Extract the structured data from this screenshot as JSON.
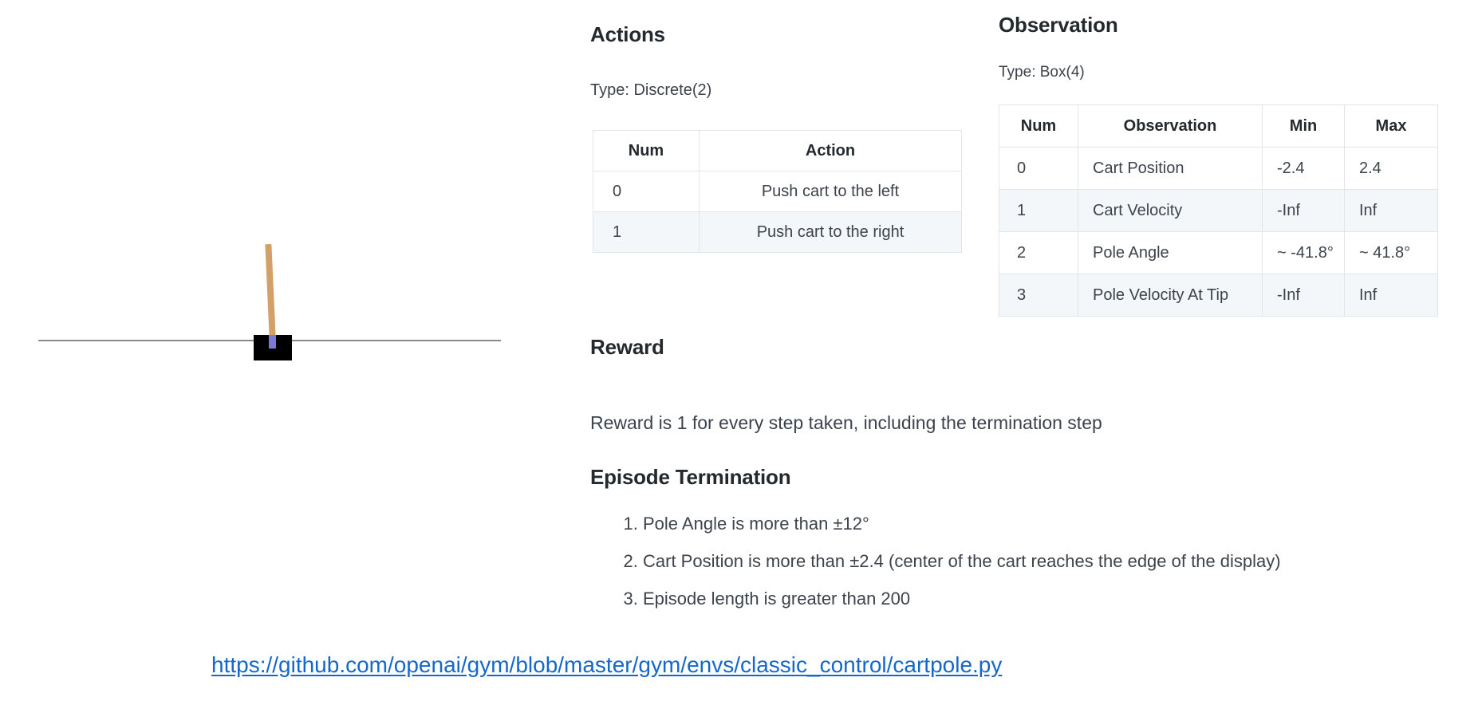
{
  "figure": {
    "name": "cartpole-illustration",
    "cart_color": "#000000",
    "pole_color": "#d3a06a",
    "axle_color": "#7b79d6",
    "track_color": "#8a8a8a",
    "pole_tilt_degrees": -2.6
  },
  "actions": {
    "heading": "Actions",
    "type_line": "Type: Discrete(2)",
    "table": {
      "headers": [
        "Num",
        "Action"
      ],
      "rows": [
        {
          "num": "0",
          "action": "Push cart to the left"
        },
        {
          "num": "1",
          "action": "Push cart to the right"
        }
      ]
    }
  },
  "observation": {
    "heading": "Observation",
    "type_line": "Type: Box(4)",
    "table": {
      "headers": [
        "Num",
        "Observation",
        "Min",
        "Max"
      ],
      "rows": [
        {
          "num": "0",
          "observation": "Cart Position",
          "min": "-2.4",
          "max": "2.4"
        },
        {
          "num": "1",
          "observation": "Cart Velocity",
          "min": "-Inf",
          "max": "Inf"
        },
        {
          "num": "2",
          "observation": "Pole Angle",
          "min": "~ -41.8°",
          "max": "~ 41.8°"
        },
        {
          "num": "3",
          "observation": "Pole Velocity At Tip",
          "min": "-Inf",
          "max": "Inf"
        }
      ]
    }
  },
  "reward": {
    "heading": "Reward",
    "text": "Reward is 1 for every step taken, including the termination step"
  },
  "episode_termination": {
    "heading": "Episode Termination",
    "items": [
      "Pole Angle is more than ±12°",
      "Cart Position is more than ±2.4 (center of the cart reaches the edge of the display)",
      "Episode length is greater than 200"
    ]
  },
  "source": {
    "link_text": "https://github.com/openai/gym/blob/master/gym/envs/classic_control/cartpole.py",
    "link_color": "#1668c8"
  },
  "colors": {
    "text": "#24292e",
    "body_text": "#3c434b",
    "table_border": "#e3e6e8",
    "alt_row_background": "#f3f7fa"
  }
}
